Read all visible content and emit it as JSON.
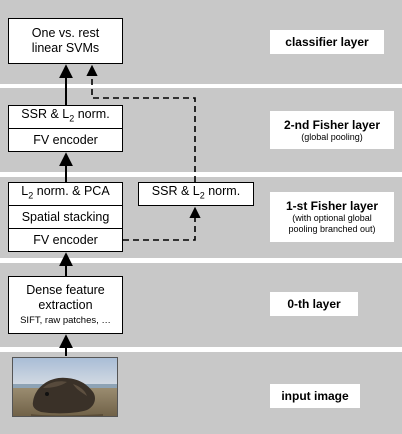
{
  "layers": {
    "classifier": {
      "title": "classifier layer"
    },
    "fisher2": {
      "title": "2-nd Fisher layer",
      "subtitle": "(global pooling)"
    },
    "fisher1": {
      "title": "1-st Fisher layer",
      "subtitle_line1": "(with optional global",
      "subtitle_line2": "pooling branched out)"
    },
    "layer0": {
      "title": "0-th layer"
    },
    "input": {
      "title": "input image"
    }
  },
  "boxes": {
    "svm": {
      "line1": "One vs. rest",
      "line2": "linear SVMs"
    },
    "ssr_norm_2": {
      "prefix": "SSR & L",
      "sub": "2",
      "suffix": " norm."
    },
    "fv_encoder_2": "FV encoder",
    "l2_pca": {
      "prefix": "L",
      "sub": "2",
      "suffix": " norm. & PCA"
    },
    "spatial_stacking": "Spatial stacking",
    "fv_encoder_1": "FV encoder",
    "ssr_norm_branch": {
      "prefix": "SSR & L",
      "sub": "2",
      "suffix": " norm."
    },
    "dense": {
      "line1": "Dense feature",
      "line2": "extraction",
      "line3": "SIFT, raw patches, …"
    }
  },
  "colors": {
    "band": "#c8c8c8",
    "box": "#ffffff",
    "line": "#000000"
  }
}
